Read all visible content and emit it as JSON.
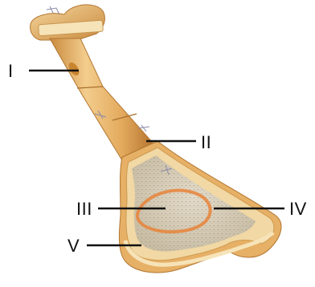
{
  "labels": {
    "i": "I",
    "ii": "II",
    "iii": "III",
    "iv": "IV",
    "v": "V"
  },
  "colors": {
    "bone_light": "#f2c989",
    "bone_mid": "#e0a95c",
    "bone_dark": "#b87a34",
    "cartilage": "#f6e3b8",
    "spongy": "#d9d0be",
    "red_membrane": "#e8843a",
    "leader_line": "#111111"
  }
}
